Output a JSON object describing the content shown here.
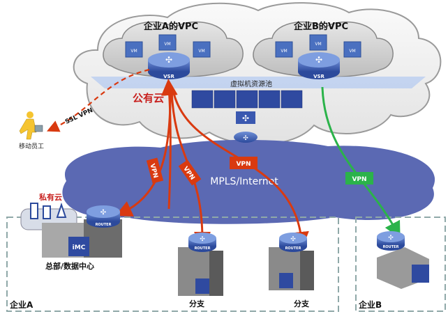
{
  "public_cloud": {
    "label": "公有云",
    "vpc_a": "企业A的VPC",
    "vpc_b": "企业B的VPC",
    "vsr_label": "VSR",
    "vm_label": "VM",
    "resource_pool": "虚拟机资源池",
    "router_label": "ROUTER"
  },
  "network": {
    "label": "MPLS/Internet"
  },
  "links": {
    "ssl_vpn": "SSL VPN",
    "vpn": "VPN"
  },
  "mobile": {
    "label": "移动员工"
  },
  "enterprise_a": {
    "label": "企业A",
    "hq_label": "总部/数据中心",
    "private_cloud": "私有云",
    "imc": "iMC",
    "branch1": "分支",
    "branch2": "分支"
  },
  "enterprise_b": {
    "label": "企业B"
  },
  "colors": {
    "red": "#d93a10",
    "green": "#2bb34a",
    "blue": "#4a64b4",
    "mpls": "#5b69b3",
    "frame": "#8fa8a8"
  }
}
